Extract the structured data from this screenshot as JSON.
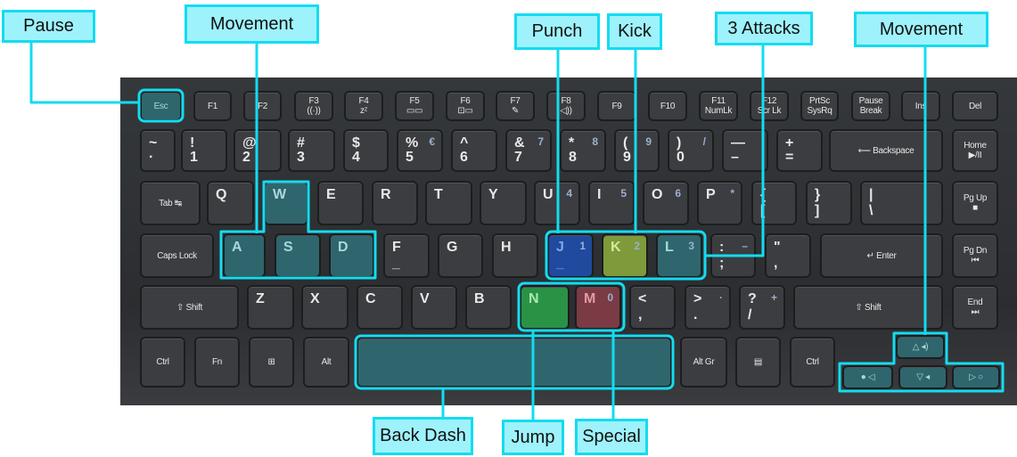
{
  "labels": {
    "pause": "Pause",
    "movement_left": "Movement",
    "punch": "Punch",
    "kick": "Kick",
    "three_attacks": "3 Attacks",
    "movement_right": "Movement",
    "back_dash": "Back Dash",
    "jump": "Jump",
    "special": "Special"
  },
  "colors": {
    "callout": "#13dcf0",
    "callout_fill": "#9ef2fb",
    "movement": "#2f666e",
    "punch": "#1f4a9e",
    "kick": "#7e9a3a",
    "jump": "#2a9245",
    "special": "#7a3b45"
  },
  "keys": [
    {
      "m": "Esc"
    },
    {
      "m": "F1"
    },
    {
      "m": "F2"
    },
    {
      "m": "F3",
      "s": "((·))"
    },
    {
      "m": "F4",
      "s": "zᶻ"
    },
    {
      "m": "F5",
      "s": "▭▭"
    },
    {
      "m": "F6",
      "s": "⊡▭"
    },
    {
      "m": "F7",
      "s": "✎"
    },
    {
      "m": "F8",
      "s": "◁))"
    },
    {
      "m": "F9"
    },
    {
      "m": "F10"
    },
    {
      "m": "F11",
      "s": "NumLk"
    },
    {
      "m": "F12",
      "s": "Scr Lk"
    },
    {
      "m": "PrtSc",
      "s": "SysRq"
    },
    {
      "m": "Pause",
      "s": "Break"
    },
    {
      "m": "Ins"
    },
    {
      "m": "Del"
    },
    {
      "m": "~",
      "s": "·"
    },
    {
      "m": "!",
      "s": "1"
    },
    {
      "m": "@",
      "s": "2"
    },
    {
      "m": "#",
      "s": "3"
    },
    {
      "m": "$",
      "s": "4"
    },
    {
      "m": "%",
      "s": "5",
      "a": "€"
    },
    {
      "m": "^",
      "s": "6"
    },
    {
      "m": "&",
      "s": "7",
      "a": "7"
    },
    {
      "m": "*",
      "s": "8",
      "a": "8"
    },
    {
      "m": "(",
      "s": "9",
      "a": "9"
    },
    {
      "m": ")",
      "s": "0",
      "a": "/"
    },
    {
      "m": "—",
      "s": "–"
    },
    {
      "m": "+",
      "s": "="
    },
    {
      "m": "⟵ Backspace"
    },
    {
      "m": "Home",
      "s": "▶/II"
    },
    {
      "m": "Tab ↹"
    },
    {
      "m": "Q"
    },
    {
      "m": "W"
    },
    {
      "m": "E"
    },
    {
      "m": "R"
    },
    {
      "m": "T"
    },
    {
      "m": "Y"
    },
    {
      "m": "U",
      "a": "4"
    },
    {
      "m": "I",
      "a": "5"
    },
    {
      "m": "O",
      "a": "6"
    },
    {
      "m": "P",
      "a": "*"
    },
    {
      "m": "{",
      "s": "["
    },
    {
      "m": "}",
      "s": "]"
    },
    {
      "m": "|",
      "s": "\\"
    },
    {
      "m": "Pg Up",
      "s": "■"
    },
    {
      "m": "Caps Lock"
    },
    {
      "m": "A"
    },
    {
      "m": "S"
    },
    {
      "m": "D"
    },
    {
      "m": "F",
      "s": "_"
    },
    {
      "m": "G"
    },
    {
      "m": "H"
    },
    {
      "m": "J",
      "a": "1",
      "s": "_"
    },
    {
      "m": "K",
      "a": "2"
    },
    {
      "m": "L",
      "a": "3"
    },
    {
      "m": ":",
      "a": "–",
      "s": ";"
    },
    {
      "m": "\"",
      "s": ","
    },
    {
      "m": "↵ Enter"
    },
    {
      "m": "Pg Dn",
      "s": "⏮"
    },
    {
      "m": "⇧ Shift"
    },
    {
      "m": "Z"
    },
    {
      "m": "X"
    },
    {
      "m": "C"
    },
    {
      "m": "V"
    },
    {
      "m": "B"
    },
    {
      "m": "N"
    },
    {
      "m": "M",
      "a": "0"
    },
    {
      "m": "<",
      "s": ","
    },
    {
      "m": ">",
      "a": "·",
      "s": "."
    },
    {
      "m": "?",
      "a": "+",
      "s": "/"
    },
    {
      "m": "⇧ Shift"
    },
    {
      "m": "End",
      "s": "⏭"
    },
    {
      "m": "Ctrl"
    },
    {
      "m": "Fn"
    },
    {
      "m": "⊞"
    },
    {
      "m": "Alt"
    },
    {
      "m": ""
    },
    {
      "m": "Alt Gr"
    },
    {
      "m": "▤"
    },
    {
      "m": "Ctrl"
    },
    {
      "m": "△ ◂)"
    },
    {
      "m": "● ◁"
    },
    {
      "m": "▽ ◂"
    },
    {
      "m": "▷ ○"
    }
  ]
}
